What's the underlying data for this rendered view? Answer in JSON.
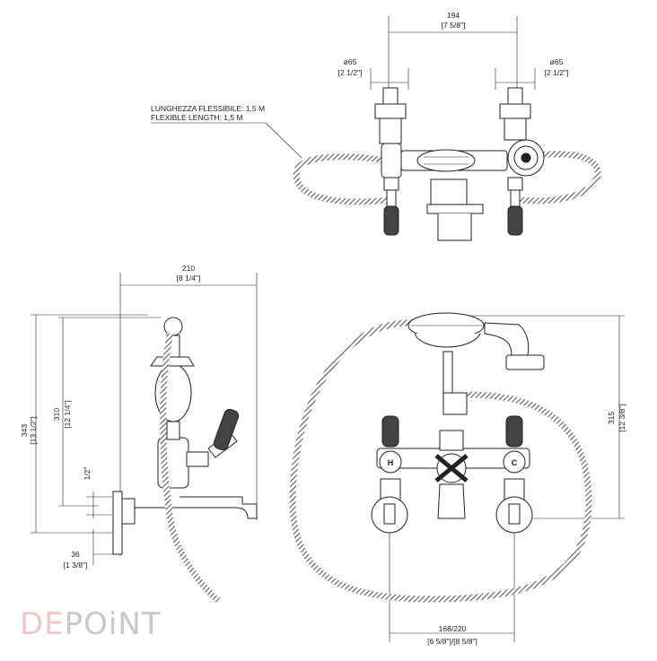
{
  "top_view": {
    "width_mm": "194",
    "width_in": "[7 5/8\"]",
    "left_dia_mm": "ø65",
    "left_dia_in": "[2 1/2\"]",
    "right_dia_mm": "ø65",
    "right_dia_in": "[2 1/2\"]",
    "hose_label_it": "LUNGHEZZA FLESSIBILE: 1,5 M",
    "hose_label_en": "FLEXIBLE LENGTH: 1,5 M"
  },
  "side_view": {
    "depth_mm": "210",
    "depth_in": "[8 1/4\"]",
    "total_height_mm": "343",
    "total_height_in": "[13 1/2\"]",
    "height_mm": "310",
    "height_in": "[12 1/4\"]",
    "thread": "1/2\"",
    "wall_offset_mm": "36",
    "wall_offset_in": "[1 3/8\"]"
  },
  "front_view": {
    "height_mm": "315",
    "height_in": "[12 3/8\"]",
    "centers_mm": "168/220",
    "centers_in": "[6 5/8\"]/[8 5/8\"]",
    "hot_mark": "H",
    "cold_mark": "C"
  },
  "brand": {
    "part1": "DE",
    "part2": "POiNT",
    "accent_color": "#f4c5c8",
    "grey_color": "#c8c8c8"
  }
}
